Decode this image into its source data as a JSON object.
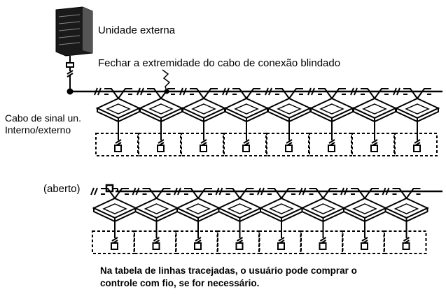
{
  "labels": {
    "outdoor_unit": "Unidade externa",
    "shield_end": "Fechar a extremidade do cabo de conexão blindado",
    "signal_cable_line1": "Cabo de sinal un.",
    "signal_cable_line2": "Interno/externo",
    "open": "(aberto)"
  },
  "note": {
    "line1": "Na tabela de linhas tracejadas, o usuário pode comprar o",
    "line2": "controle com fio, se for necessário."
  },
  "diagram": {
    "row1_indoor_units": 8,
    "row2_indoor_units": 8
  }
}
